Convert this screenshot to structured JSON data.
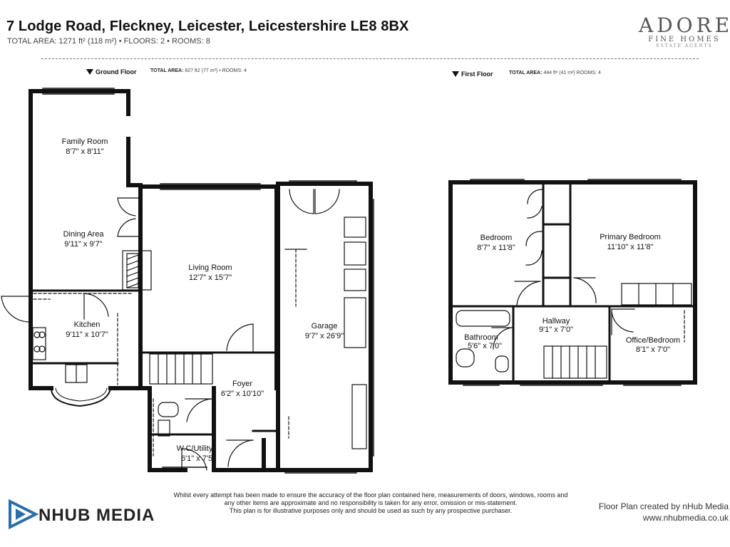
{
  "header": {
    "address": "7 Lodge Road, Fleckney, Leicester, Leicestershire LE8 8BX",
    "summary": "TOTAL AREA: 1271 ft² (118 m²) • FLOORS: 2 • ROOMS: 8"
  },
  "brand": {
    "name": "ADORE",
    "line2": "FINE HOMES",
    "line3": "ESTATE AGENTS"
  },
  "floors": {
    "ground": {
      "label": "Ground Floor",
      "area_label": "TOTAL AREA:",
      "area_value": "827 ft2 (77 m²) • ROOMS: 4"
    },
    "first": {
      "label": "First Floor",
      "area_label": "TOTAL AREA:",
      "area_value": "444 ft² (41 m²) ROOMS: 4"
    }
  },
  "rooms": {
    "family_room": {
      "name": "Family Room",
      "size": "8'7\" x 8'11\""
    },
    "dining_area": {
      "name": "Dining Area",
      "size": "9'11\" x 9'7\""
    },
    "kitchen": {
      "name": "Kitchen",
      "size": "9'11\" x 10'7\""
    },
    "living_room": {
      "name": "Living Room",
      "size": "12'7\" x 15'7\""
    },
    "garage": {
      "name": "Garage",
      "size": "9'7\" x 26'9\""
    },
    "foyer": {
      "name": "Foyer",
      "size": "6'2\" x 10'10\""
    },
    "wc_utility": {
      "name": "W.C/Utility",
      "size": "6'1\" x 7'5\""
    },
    "bedroom": {
      "name": "Bedroom",
      "size": "8'7\" x 11'8\""
    },
    "primary_bedroom": {
      "name": "Primary Bedroom",
      "size": "11'10\" x 11'8\""
    },
    "hallway": {
      "name": "Hallway",
      "size": "9'1\" x 7'0\""
    },
    "bathroom": {
      "name": "Bathroom",
      "size": "5'6\" x 7'0\""
    },
    "office_bedroom": {
      "name": "Office/Bedroom",
      "size": "8'1\" x 7'0\""
    }
  },
  "footer": {
    "disclaimer_1": "Whilst every attempt has been made to ensure the accuracy of the floor plan contained here, measurements of doors, windows, rooms and",
    "disclaimer_2": "any other items are approximate and no responsibility is taken for any error, omission or mis-statement.",
    "disclaimer_3": "This plan is for illustrative purposes only and should be used as such by any prospective purchaser.",
    "credit_line": "Floor Plan created by nHub Media",
    "credit_url": "www.nhubmedia.co.uk",
    "logo_text": "NHUB MEDIA"
  }
}
